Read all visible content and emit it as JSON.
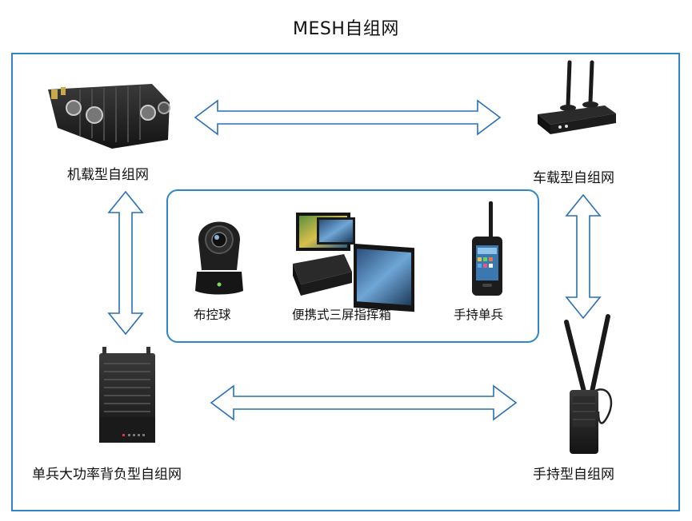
{
  "title": "MESH自组网",
  "nodes": {
    "airborne": "机载型自组网",
    "vehicle": "车载型自组网",
    "backpack": "单兵大功率背负型自组网",
    "handheld": "手持型自组网"
  },
  "terminals": {
    "ptz": "布控球",
    "command_box": "便携式三屏指挥箱",
    "handset": "手持单兵"
  },
  "colors": {
    "frame": "#2f86c6",
    "arrow_stroke": "#2a6fb5",
    "device_dark": "#1c1c1c"
  }
}
